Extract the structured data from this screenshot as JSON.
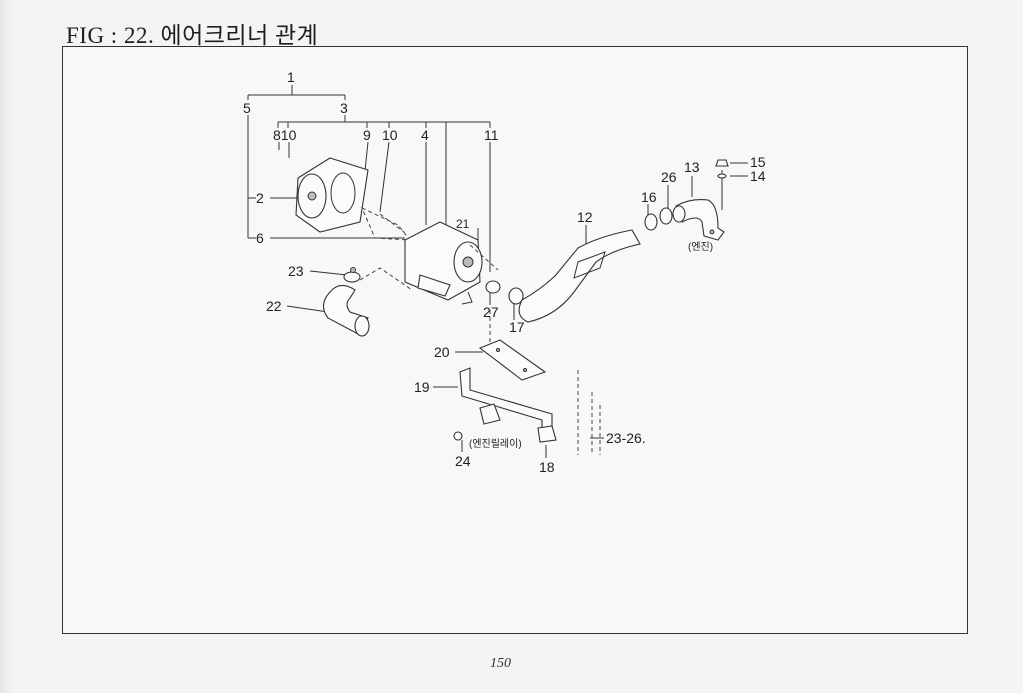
{
  "figure": {
    "title": "FIG : 22. 에어크리너 관계",
    "page_number": "150"
  },
  "callouts": {
    "c1": "1",
    "c2": "2",
    "c3": "3",
    "c4": "4",
    "c5": "5",
    "c6": "6",
    "c8_10": "810",
    "c9": "9",
    "c10": "10",
    "c11": "11",
    "c12": "12",
    "c13": "13",
    "c14": "14",
    "c15": "15",
    "c16": "16",
    "c17": "17",
    "c18": "18",
    "c19": "19",
    "c20": "20",
    "c21": "21",
    "c22": "22",
    "c23": "23",
    "c24": "24",
    "c26": "26",
    "c27": "27",
    "c23_26": "23-26."
  },
  "notes": {
    "engine": "(엔진)",
    "engine_relay": "(엔진릴레이)"
  }
}
